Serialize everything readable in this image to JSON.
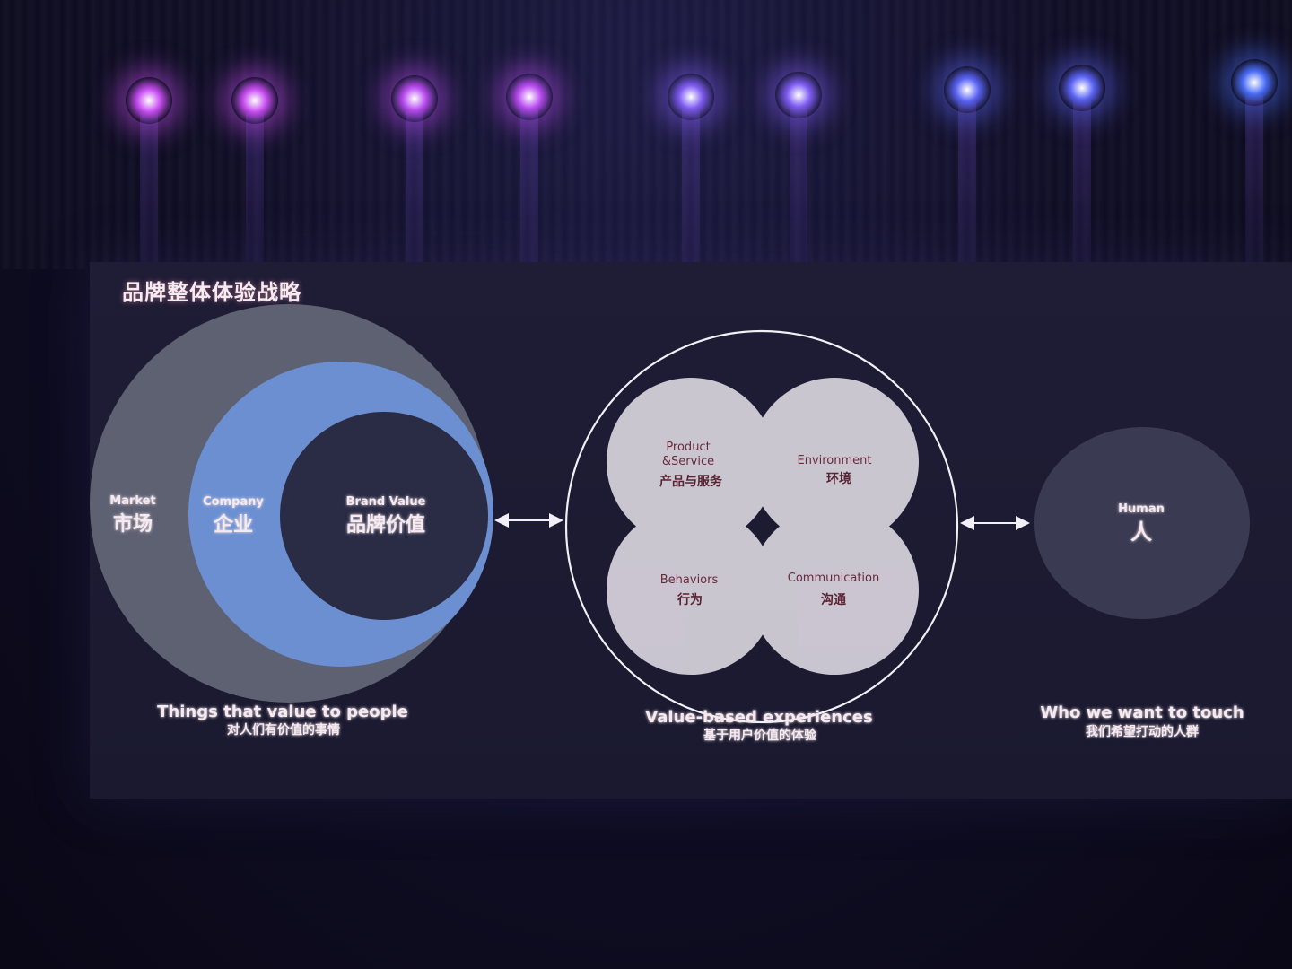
{
  "slide": {
    "title": "品牌整体体验战略"
  },
  "colors": {
    "market": "#5d6172",
    "company": "#6b8fd1",
    "brand_value": "#2a2b45",
    "petal": "#e6e2ea",
    "human": "#3a3a52",
    "text_glow": "#f6e9ef",
    "stage_lights": [
      "#c64cf0",
      "#b84bf0",
      "#7f5cf2",
      "#5a63f4",
      "#4a6cf6"
    ]
  },
  "left_diagram": {
    "market": {
      "en": "Market",
      "zh": "市场"
    },
    "company": {
      "en": "Company",
      "zh": "企业"
    },
    "brand_value": {
      "en": "Brand Value",
      "zh": "品牌价值"
    },
    "caption_en": "Things that value to people",
    "caption_zh": "对人们有价值的事情"
  },
  "center_diagram": {
    "petals": [
      {
        "en1": "Product",
        "en2": "&Service",
        "zh": "产品与服务"
      },
      {
        "en1": "Environment",
        "en2": "",
        "zh": "环境"
      },
      {
        "en1": "Behaviors",
        "en2": "",
        "zh": "行为"
      },
      {
        "en1": "Communication",
        "en2": "",
        "zh": "沟通"
      }
    ],
    "caption_en": "Value-based experiences",
    "caption_zh": "基于用户价值的体验"
  },
  "right_diagram": {
    "human": {
      "en": "Human",
      "zh": "人"
    },
    "caption_en": "Who we want to touch",
    "caption_zh": "我们希望打动的人群"
  }
}
